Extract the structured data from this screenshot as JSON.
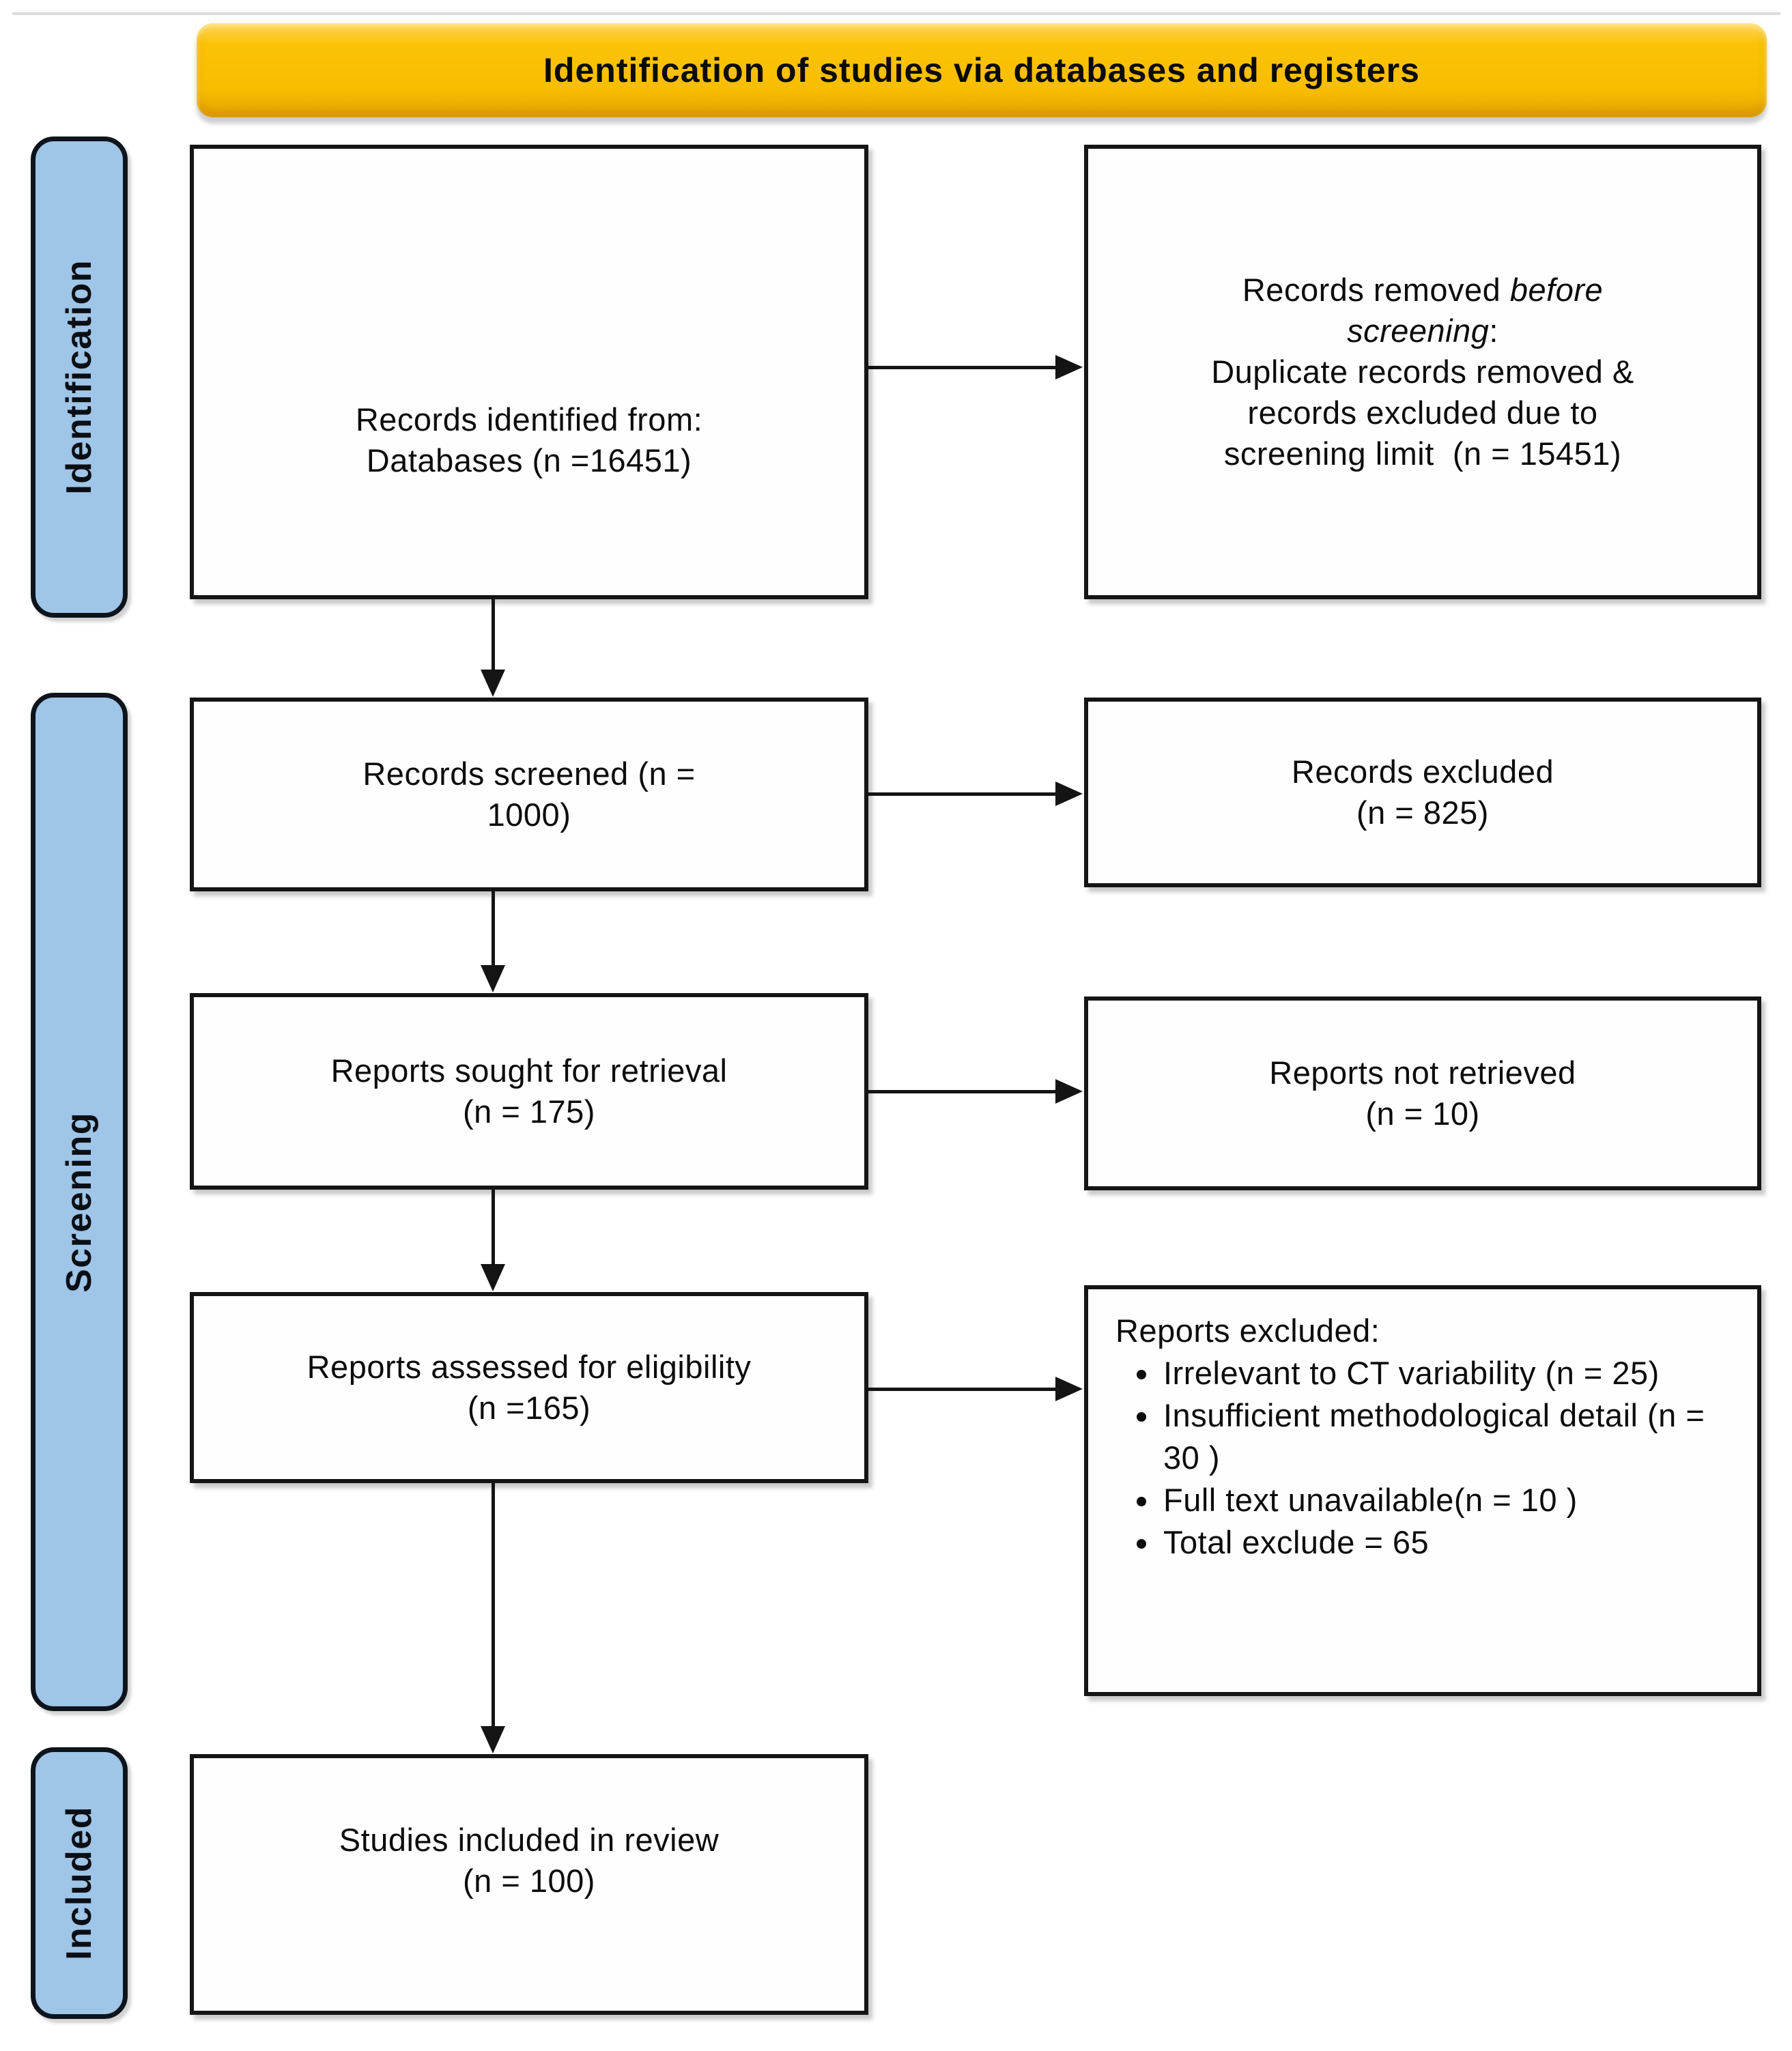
{
  "banner": {
    "title": "Identification of studies via databases and registers"
  },
  "stages": {
    "identification": "Identification",
    "screening": "Screening",
    "included": "Included"
  },
  "boxes": {
    "records_identified": {
      "line1": "Records identified from:",
      "line2": "Databases (n =16451)"
    },
    "records_removed": {
      "line1_normal": "Records removed ",
      "line1_italic": "before",
      "line2_italic": "screening",
      "line2_normal": ":",
      "line3": "Duplicate records removed &",
      "line4": "records excluded due to",
      "line5": "screening limit  (n = 15451)"
    },
    "records_screened": {
      "line1": "Records screened (n =",
      "line2": "1000)"
    },
    "records_excluded": {
      "line1": "Records excluded",
      "line2": "(n = 825)"
    },
    "reports_sought": {
      "line1": "Reports sought for retrieval",
      "line2": "(n = 175)"
    },
    "reports_not_retrieved": {
      "line1": "Reports not retrieved",
      "line2": "(n = 10)"
    },
    "reports_assessed": {
      "line1": "Reports assessed for eligibility",
      "line2": "(n =165)"
    },
    "reports_excluded": {
      "title": "Reports excluded:",
      "bullets": [
        "Irrelevant to CT variability (n = 25)",
        "Insufficient methodological detail (n = 30 )",
        "Full text unavailable(n = 10 )",
        "Total exclude = 65"
      ]
    },
    "studies_included": {
      "line1": "Studies included in review",
      "line2": "(n = 100)"
    }
  },
  "colors": {
    "banner_bg": "#FBC303",
    "stage_bg": "#9FC5E8",
    "box_border": "#151515"
  }
}
